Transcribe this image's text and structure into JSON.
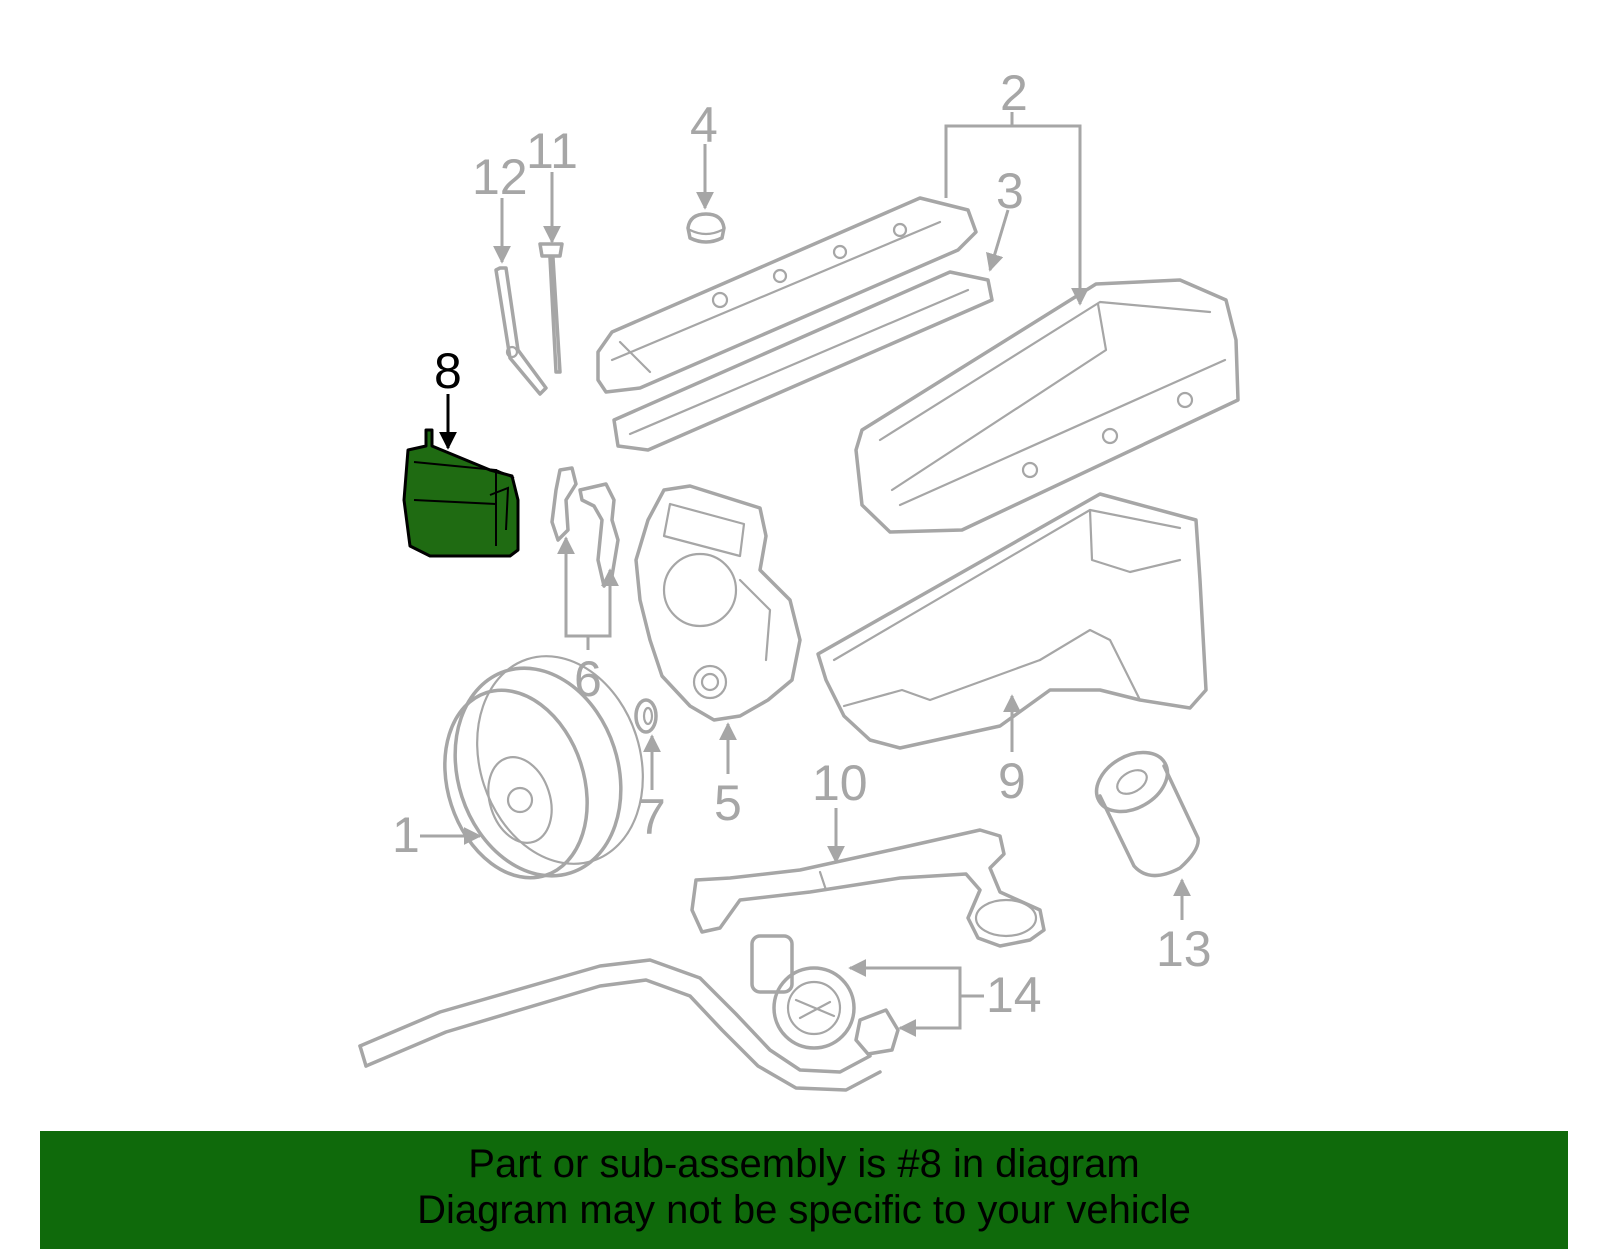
{
  "colors": {
    "line": "#a6a6a6",
    "highlight_fill": "#1f6b12",
    "banner_bg": "#0f6a0b",
    "banner_text": "#000000"
  },
  "callouts": {
    "c1": "1",
    "c2": "2",
    "c3": "3",
    "c4": "4",
    "c5": "5",
    "c6": "6",
    "c7": "7",
    "c8": "8",
    "c9": "9",
    "c10": "10",
    "c11": "11",
    "c12": "12",
    "c13": "13",
    "c14": "14"
  },
  "highlighted_part": "8",
  "banner": {
    "line1": "Part or sub-assembly is #8 in diagram",
    "line2": "Diagram may not be specific to your vehicle"
  }
}
